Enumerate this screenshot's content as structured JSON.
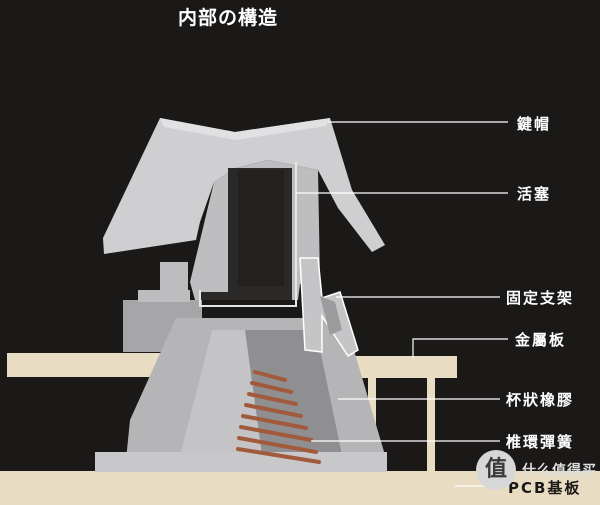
{
  "title": "内部の構造",
  "labels": {
    "keycap": "鍵帽",
    "plunger": "活塞",
    "fixed_bracket": "固定支架",
    "metal_plate": "金屬板",
    "cup_rubber": "杯狀橡膠",
    "cone_spring": "椎環彈簧",
    "pcb": "PCB基板"
  },
  "watermark": {
    "icon_glyph": "值",
    "text": "什么值得买"
  },
  "colors": {
    "background": "#1b1918",
    "keycap": "#cfcfd1",
    "housing": "#b3b3b5",
    "plate": "#e8ddc3",
    "spring": "#a25a3c",
    "plunger": "#2b2928"
  }
}
